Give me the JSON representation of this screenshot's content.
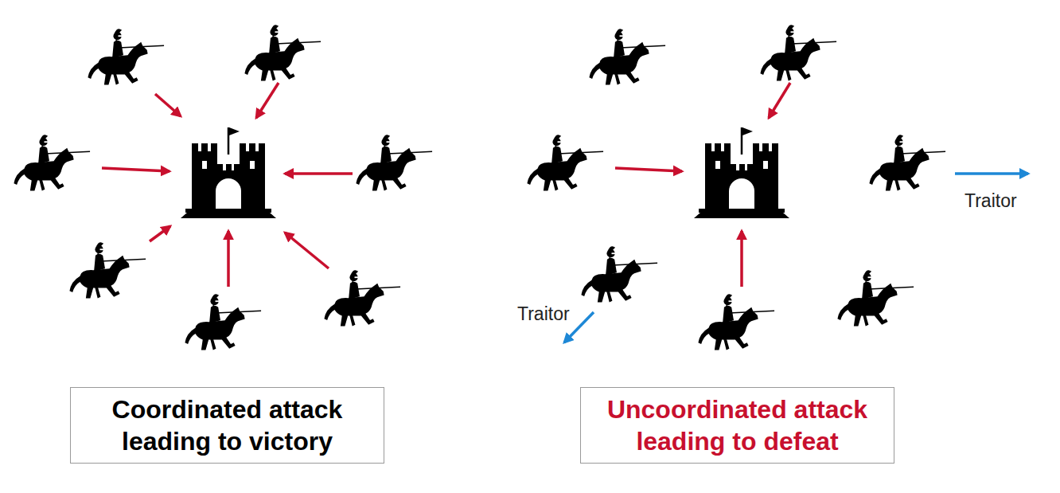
{
  "diagram": {
    "nodes": [
      {
        "text": [
          "Coordinated attack leading to victory"
        ]
      },
      {
        "text": [
          "Uncoordinated attack leading to defeat"
        ]
      }
    ],
    "labels": [
      "Traitor",
      "Traitor"
    ]
  }
}
